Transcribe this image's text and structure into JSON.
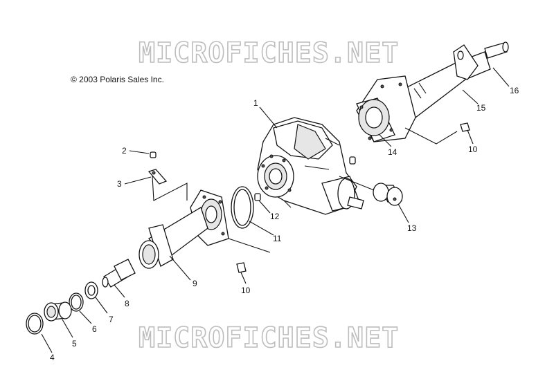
{
  "watermark": {
    "top": "MICROFICHES.NET",
    "bottom": "MICROFICHES.NET"
  },
  "copyright": "© 2003 Polaris Sales Inc.",
  "callouts": [
    {
      "id": "c1",
      "label": "1"
    },
    {
      "id": "c2",
      "label": "2"
    },
    {
      "id": "c3",
      "label": "3"
    },
    {
      "id": "c4",
      "label": "4"
    },
    {
      "id": "c5",
      "label": "5"
    },
    {
      "id": "c6",
      "label": "6"
    },
    {
      "id": "c7",
      "label": "7"
    },
    {
      "id": "c8",
      "label": "8"
    },
    {
      "id": "c9",
      "label": "9"
    },
    {
      "id": "c10a",
      "label": "10"
    },
    {
      "id": "c10b",
      "label": "10"
    },
    {
      "id": "c11",
      "label": "11"
    },
    {
      "id": "c12",
      "label": "12"
    },
    {
      "id": "c13",
      "label": "13"
    },
    {
      "id": "c14",
      "label": "14"
    },
    {
      "id": "c15",
      "label": "15"
    },
    {
      "id": "c16",
      "label": "16"
    }
  ]
}
